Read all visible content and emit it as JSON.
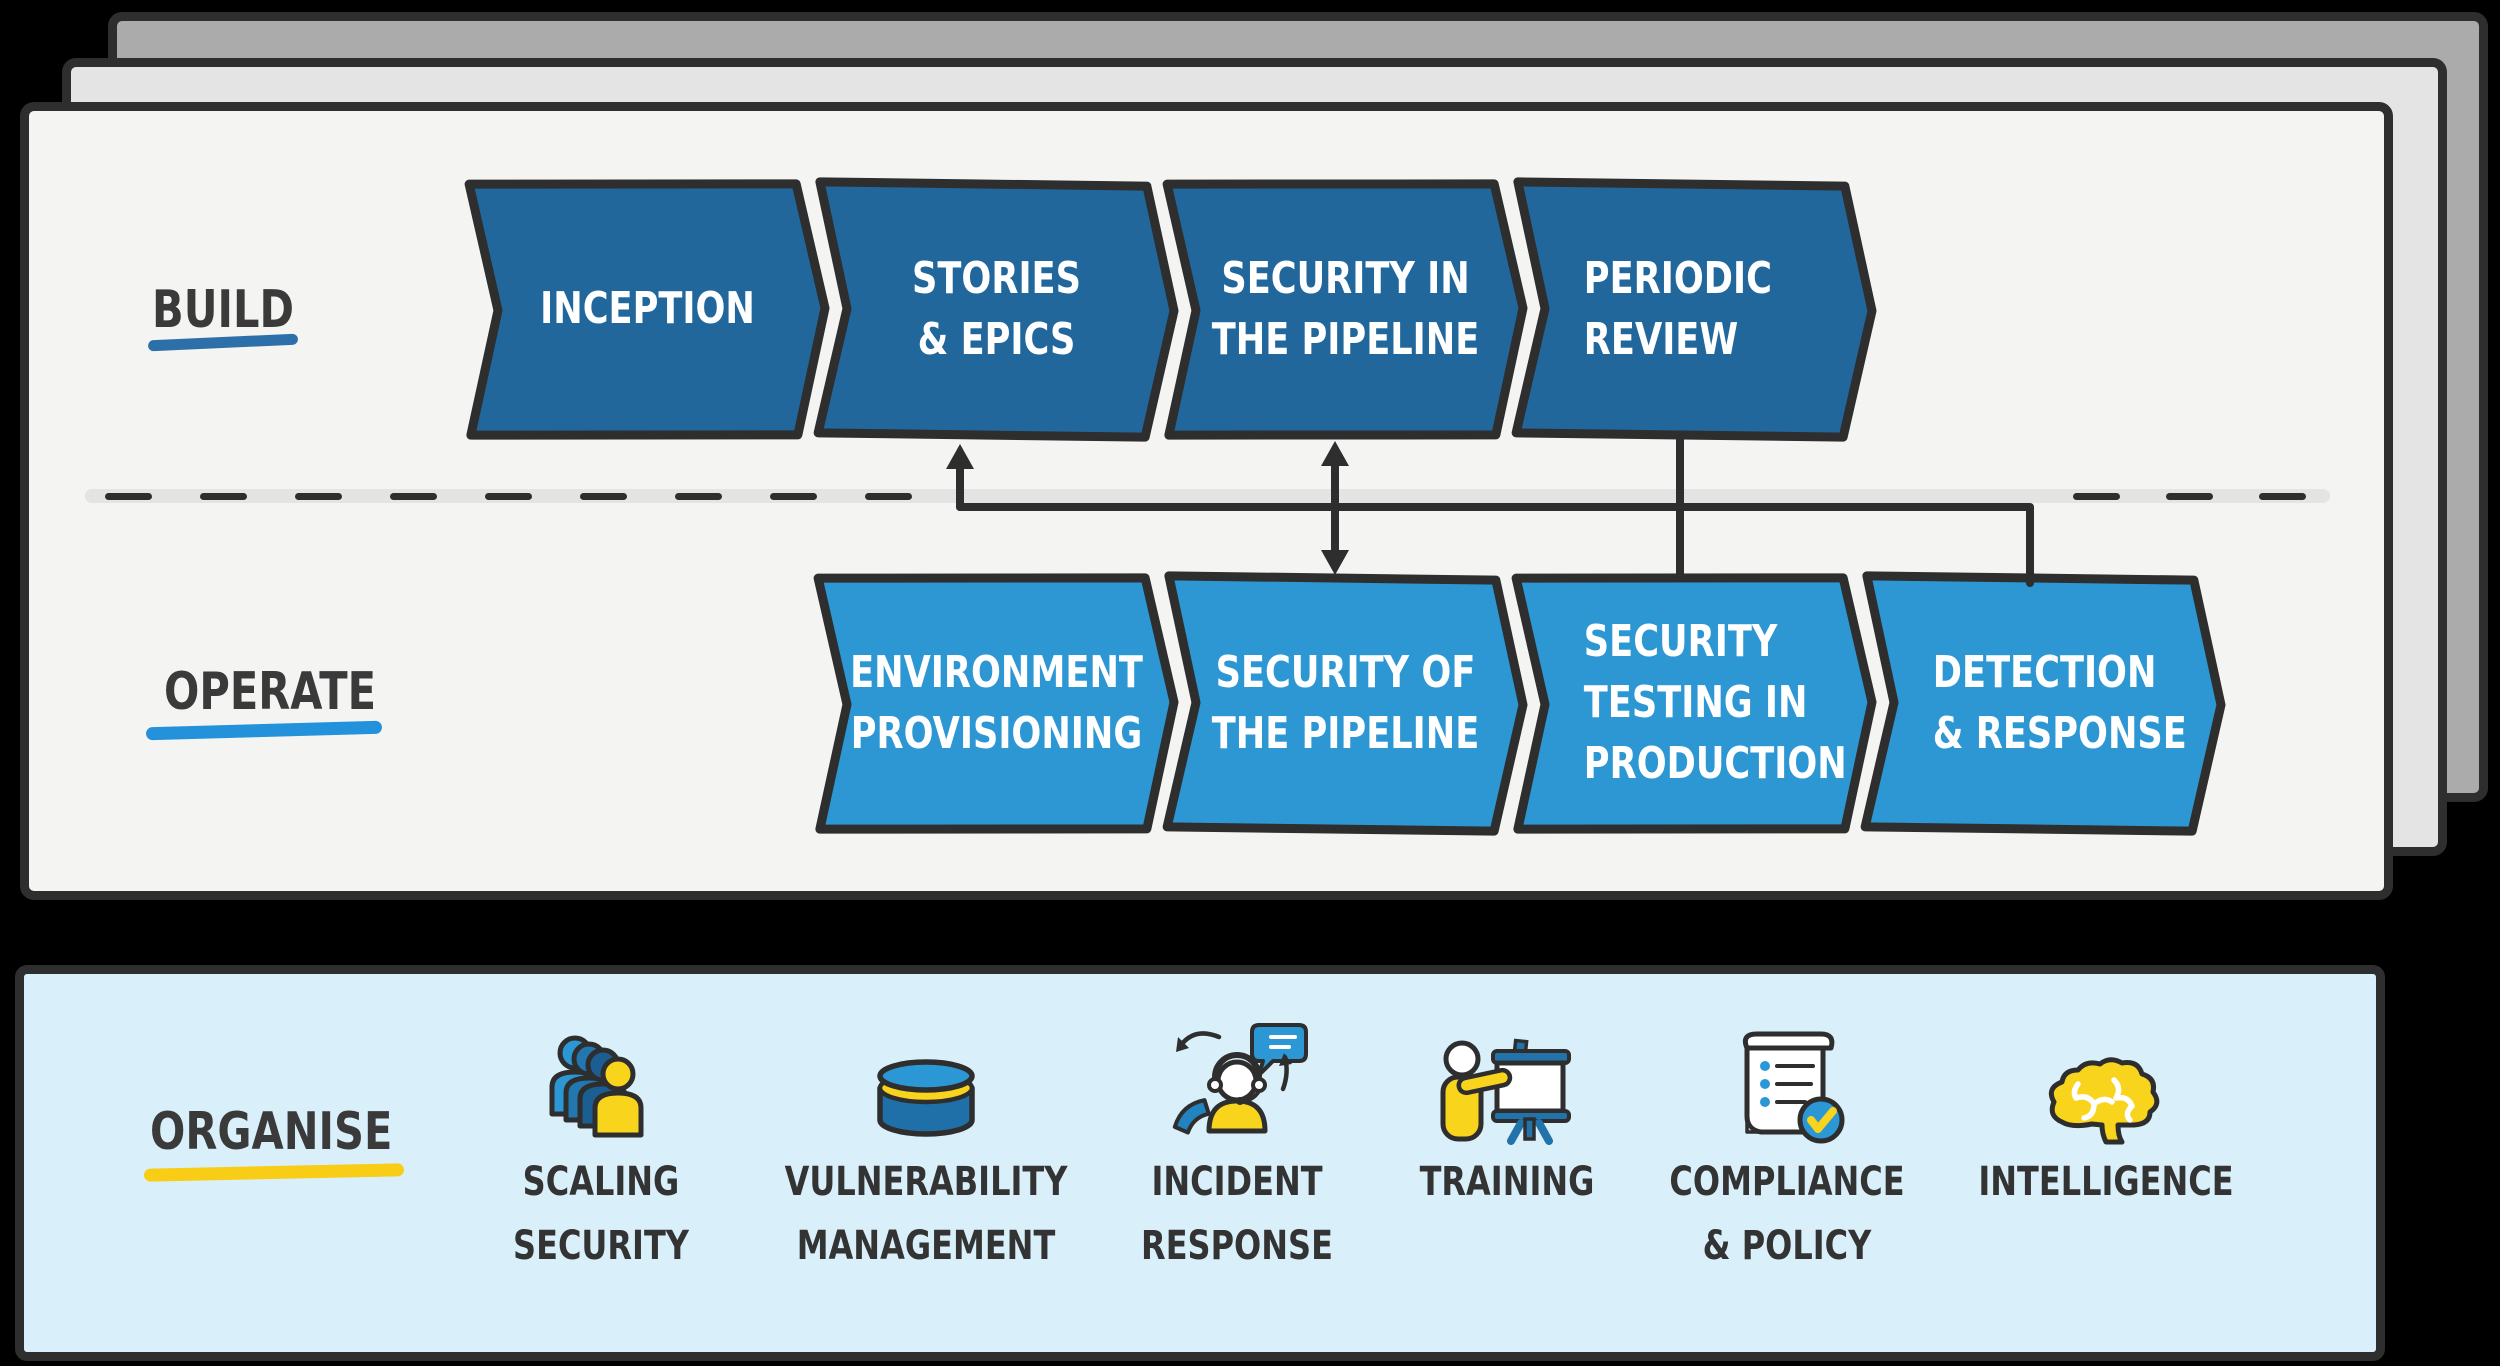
{
  "sections": {
    "build": {
      "label": "BUILD",
      "underline_color": "#2d6fa8"
    },
    "operate": {
      "label": "OPERATE",
      "underline_color": "#2492da"
    },
    "organise": {
      "label": "ORGANISE",
      "underline_color": "#f9cd15"
    }
  },
  "build_row": {
    "box_color": "#21679b",
    "text_color": "#ffffff",
    "items": [
      {
        "label": "INCEPTION"
      },
      {
        "label": "STORIES\n& EPICS"
      },
      {
        "label": "SECURITY IN\nTHE PIPELINE"
      },
      {
        "label": "PERIODIC\nREVIEW"
      }
    ]
  },
  "operate_row": {
    "box_color": "#2d97d3",
    "text_color": "#ffffff",
    "items": [
      {
        "label": "ENVIRONMENT\nPROVISIONING"
      },
      {
        "label": "SECURITY OF\nTHE PIPELINE"
      },
      {
        "label": "SECURITY\nTESTING IN\nPRODUCTION"
      },
      {
        "label": "DETECTION\n& RESPONSE"
      }
    ]
  },
  "organise_row": {
    "items": [
      {
        "icon": "people",
        "label": "SCALING\nSECURITY"
      },
      {
        "icon": "database",
        "label": "VULNERABILITY\nMANAGEMENT"
      },
      {
        "icon": "headset-person",
        "label": "INCIDENT\nRESPONSE"
      },
      {
        "icon": "presenter",
        "label": "TRAINING"
      },
      {
        "icon": "scroll-check",
        "label": "COMPLIANCE\n& POLICY"
      },
      {
        "icon": "brain",
        "label": "INTELLIGENCE"
      }
    ]
  },
  "colors": {
    "outline": "#2e2e2e",
    "sheet_front": "#f4f4f3",
    "sheet_mid": "#e4e4e4",
    "sheet_back": "#ababab",
    "panel_blue": "#d9f0fb",
    "accent_yellow": "#f8d41d",
    "accent_blue_bright": "#2b98d5",
    "accent_blue_dark": "#1f6fa8"
  }
}
